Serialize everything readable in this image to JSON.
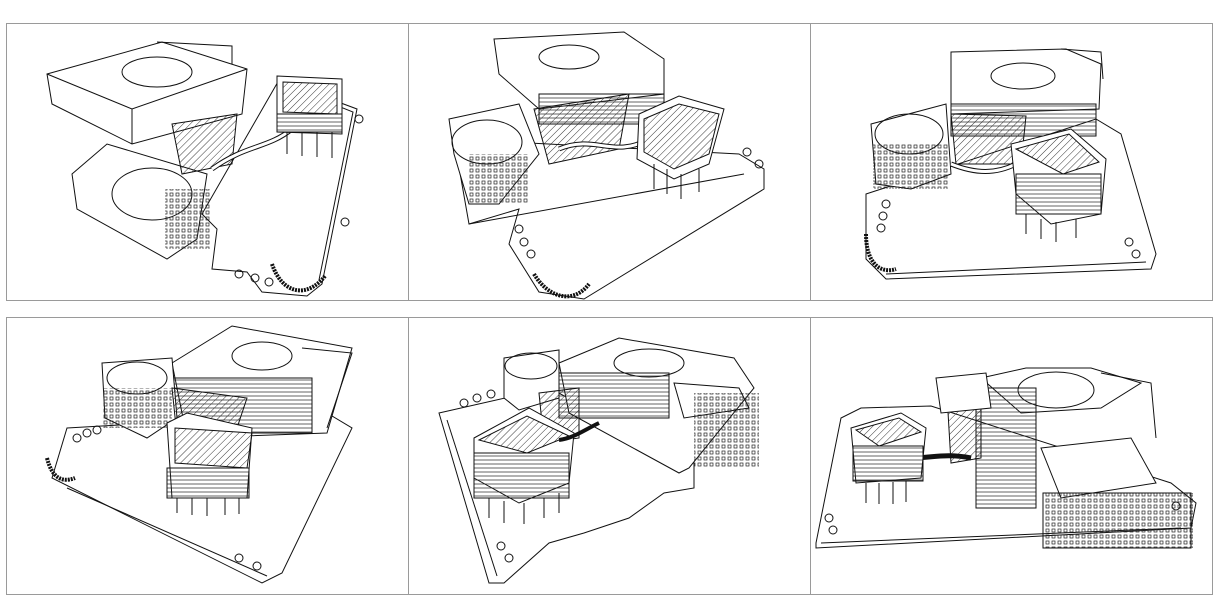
{
  "colors": {
    "line": "#111111",
    "panel_border": "#9a9a9a",
    "background": "#ffffff",
    "hatch": "#222222"
  },
  "views": [
    {
      "index": 1
    },
    {
      "index": 2
    },
    {
      "index": 3
    },
    {
      "index": 4
    },
    {
      "index": 5
    },
    {
      "index": 6
    }
  ]
}
